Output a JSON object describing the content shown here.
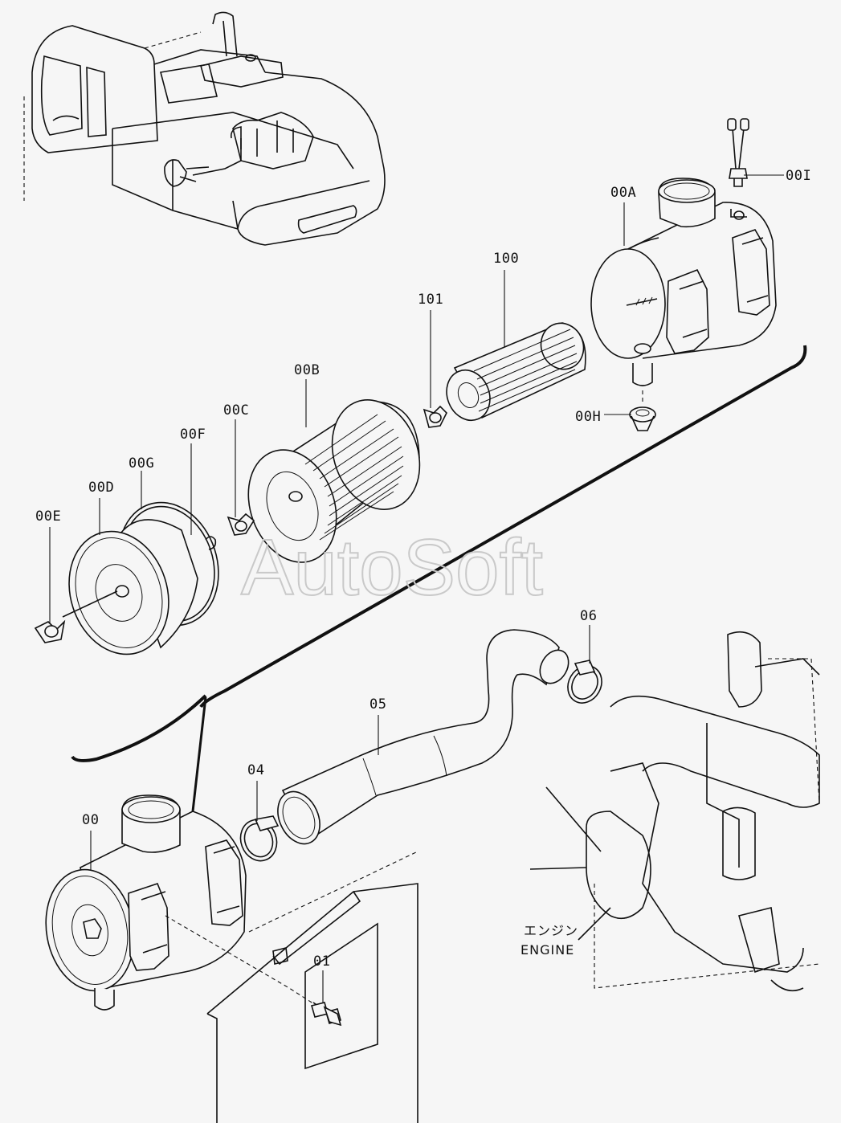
{
  "watermark": "AutoSoft",
  "engine_caption": {
    "jp": "エンジン",
    "en": "ENGINE"
  },
  "parts": {
    "p00": "00",
    "p00A": "00A",
    "p00B": "00B",
    "p00C": "00C",
    "p00D": "00D",
    "p00E": "00E",
    "p00F": "00F",
    "p00G": "00G",
    "p00H": "00H",
    "p00I": "00I",
    "p01": "01",
    "p04": "04",
    "p05": "05",
    "p06": "06",
    "p100": "100",
    "p101": "101"
  }
}
